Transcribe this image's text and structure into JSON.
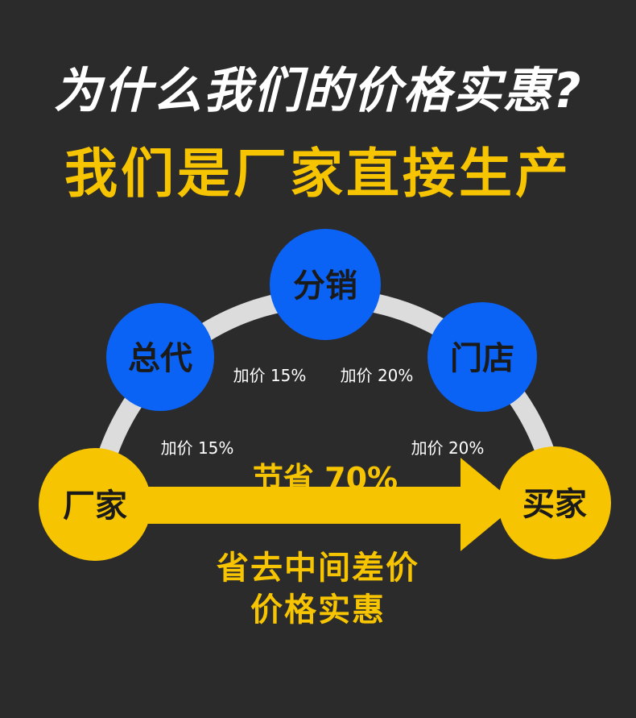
{
  "heading": {
    "question": "为什么我们的价格实惠?",
    "answer": "我们是厂家直接生产"
  },
  "nodes": {
    "factory": "厂家",
    "general_agent": "总代",
    "distributor": "分销",
    "store": "门店",
    "buyer": "买家"
  },
  "markups": {
    "factory_to_general": "加价 15%",
    "general_to_distributor": "加价 15%",
    "distributor_to_store": "加价 20%",
    "store_to_buyer": "加价 20%"
  },
  "savings": "节省 70%",
  "conclusion": {
    "line1": "省去中间差价",
    "line2": "价格实惠"
  },
  "colors": {
    "background": "#2b2b2b",
    "accent_yellow": "#f6c400",
    "node_blue": "#0a63f5",
    "arc_gray": "#dcdcdc",
    "text_white": "#ffffff",
    "text_dark": "#1a1a1a"
  }
}
